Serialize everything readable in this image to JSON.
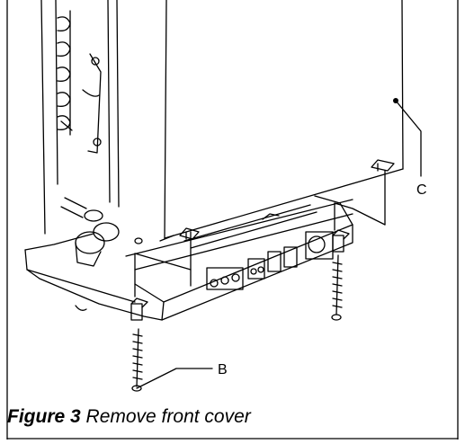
{
  "figure": {
    "labels": {
      "b": "B",
      "c": "C"
    },
    "caption": {
      "number": "Figure 3",
      "text": "Remove front cover"
    }
  }
}
